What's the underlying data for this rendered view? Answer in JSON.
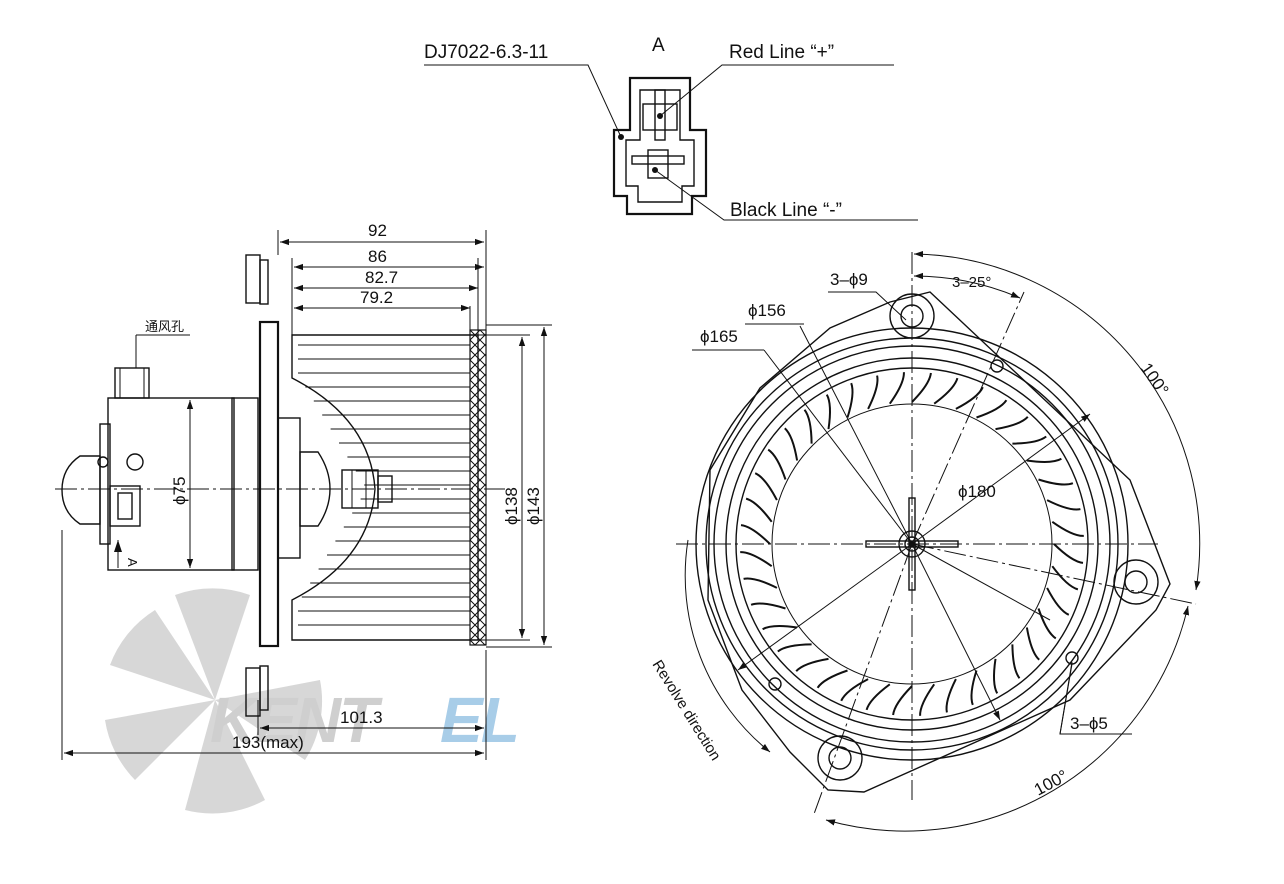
{
  "connector": {
    "part_no": "DJ7022-6.3-11",
    "view_label": "A",
    "red_line": "Red Line “+”",
    "black_line": "Black Line “-”"
  },
  "side_view": {
    "vent_label": "通风孔",
    "view_arrow_label": "A",
    "dims": {
      "w92": "92",
      "w86": "86",
      "w82_7": "82.7",
      "w79_2": "79.2",
      "d75": "ϕ75",
      "d138": "ϕ138",
      "d143": "ϕ143",
      "l101_3": "101.3",
      "l193": "193(max)"
    }
  },
  "front_view": {
    "holes_9": "3–ϕ9",
    "angle_25": "3–25°",
    "d156": "ϕ156",
    "d165": "ϕ165",
    "d180": "ϕ180",
    "angle_100_top": "100°",
    "angle_100_bottom": "100°",
    "holes_5": "3–ϕ5",
    "revolve": "Revolve direction"
  },
  "watermark": {
    "brand_a": "KENT",
    "brand_b": "EL"
  }
}
